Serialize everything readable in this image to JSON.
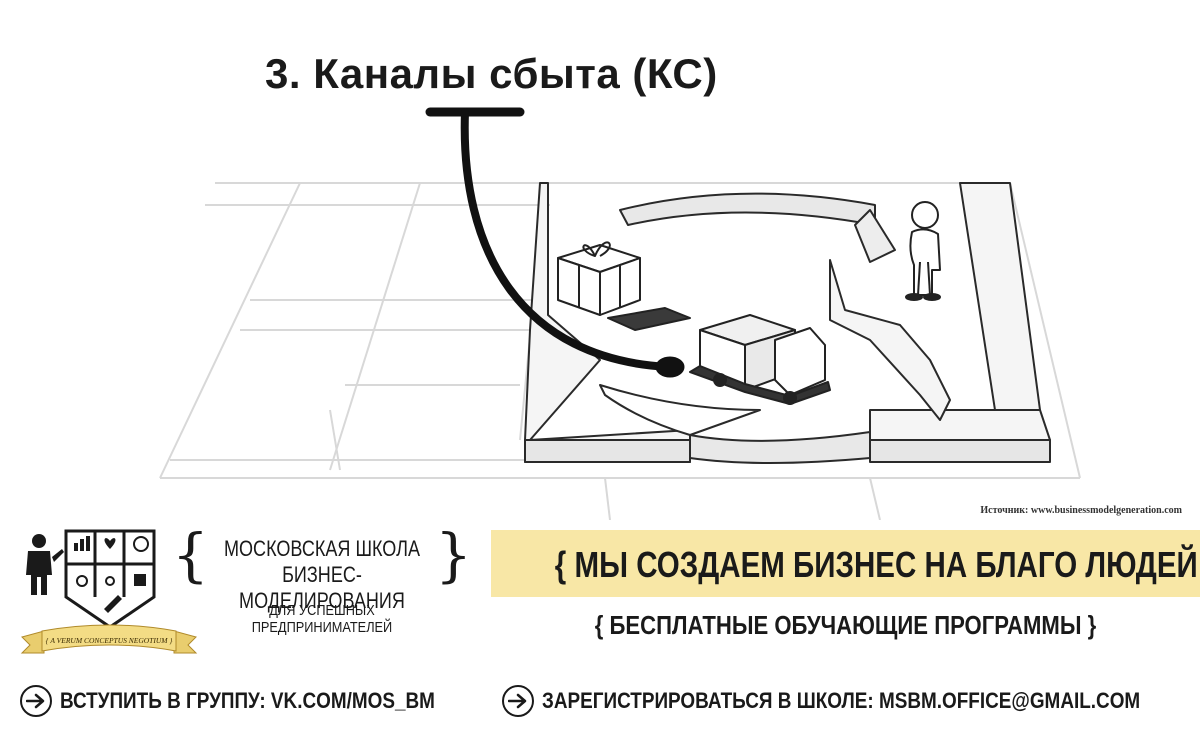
{
  "header": {
    "title": "3. Каналы сбыта (КС)"
  },
  "source_note": "Источник: www.businessmodelgeneration.com",
  "logo": {
    "motto": "{ A VERUM CONCEPTUS NEGOTIUM }"
  },
  "school": {
    "brace_open": "{",
    "brace_close": "}",
    "name_line1": "МОСКОВСКАЯ ШКОЛА",
    "name_line2": "БИЗНЕС-МОДЕЛИРОВАНИЯ",
    "tagline_line1": "ДЛЯ УСПЕШНЫХ",
    "tagline_line2": "ПРЕДПРИНИМАТЕЛЕЙ"
  },
  "banner": {
    "slogan": "{ МЫ СОЗДАЕМ БИЗНЕС НА БЛАГО ЛЮДЕЙ }",
    "color": "#f8e7a6"
  },
  "programs": "{ БЕСПЛАТНЫЕ ОБУЧАЮЩИЕ ПРОГРАММЫ }",
  "links": [
    {
      "icon": "arrow-right-circle-icon",
      "label": "ВСТУПИТЬ В ГРУППУ: VK.COM/MOS_BM"
    },
    {
      "icon": "arrow-right-circle-icon",
      "label": "ЗАРЕГИСТРИРОВАТЬСЯ В ШКОЛЕ: MSBM.OFFICE@GMAIL.COM"
    }
  ]
}
